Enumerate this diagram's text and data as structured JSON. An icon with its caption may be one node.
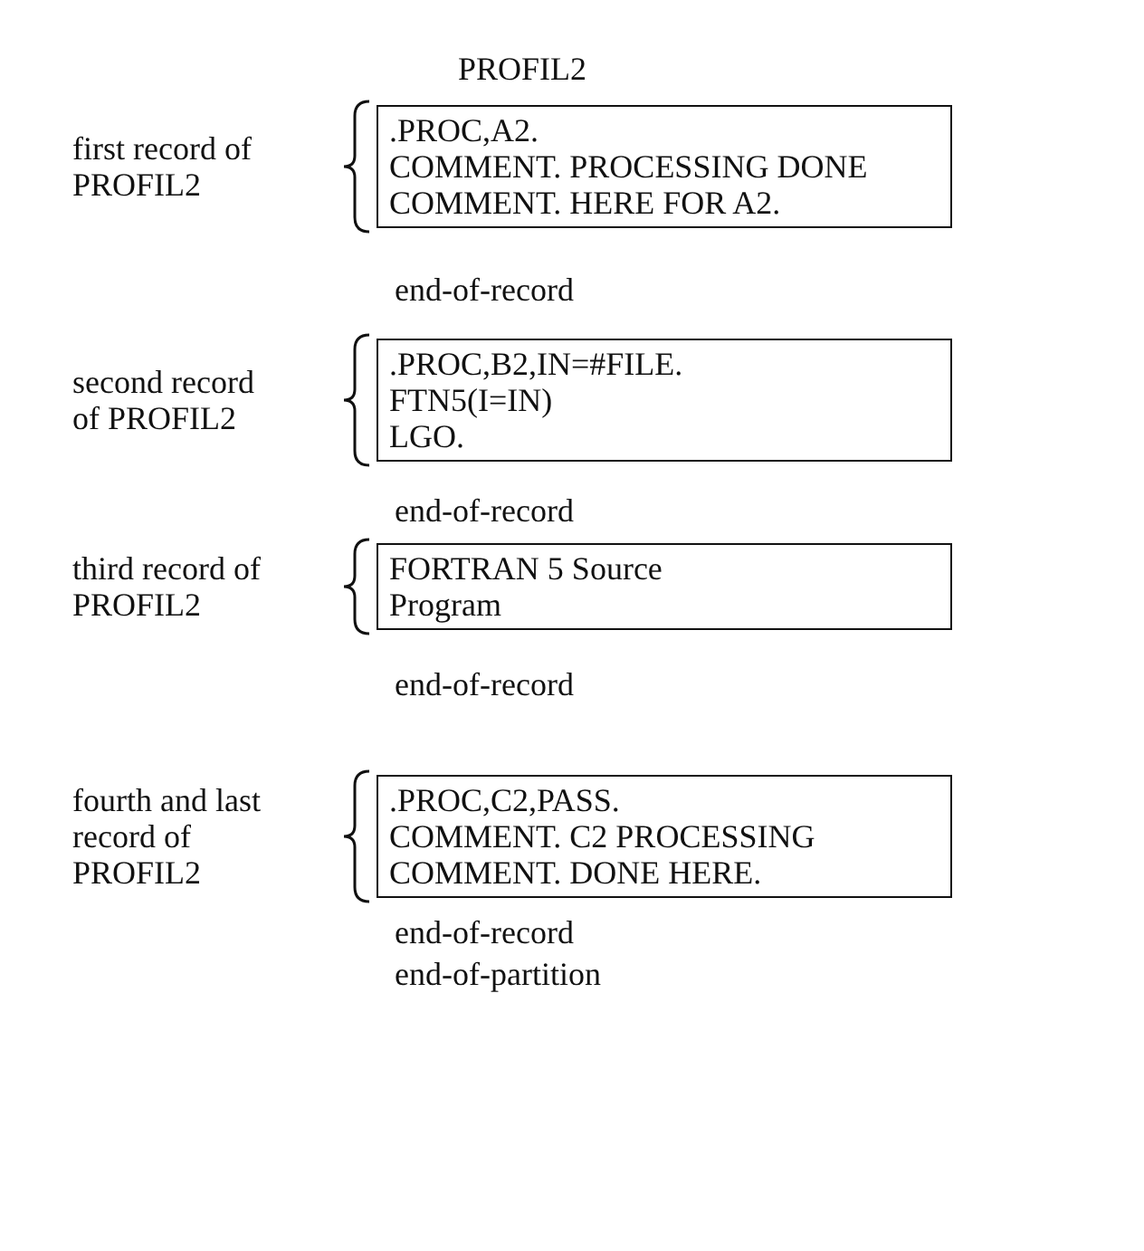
{
  "diagram": {
    "title": "PROFIL2",
    "nodes": [
      {
        "text": [
          ".PROC,A2.",
          "COMMENT. PROCESSING DONE",
          "COMMENT. HERE FOR A2."
        ],
        "beside": [
          "first record of PROFIL2"
        ]
      },
      {
        "text": [
          ".PROC,B2,IN=#FILE.",
          "FTN5(I=IN)",
          "LGO."
        ],
        "beside": [
          "second record of PROFIL2"
        ]
      },
      {
        "text": [
          "FORTRAN 5 Source Program"
        ],
        "beside": [
          "third record of PROFIL2"
        ]
      },
      {
        "text": [
          ".PROC,C2,PASS.",
          "COMMENT. C2 PROCESSING",
          "COMMENT. DONE HERE."
        ],
        "beside": [
          "fourth and last record of PROFIL2"
        ]
      }
    ],
    "labels": [
      "end-of-record",
      "end-of-record",
      "end-of-record",
      "end-of-record",
      "end-of-partition"
    ]
  }
}
